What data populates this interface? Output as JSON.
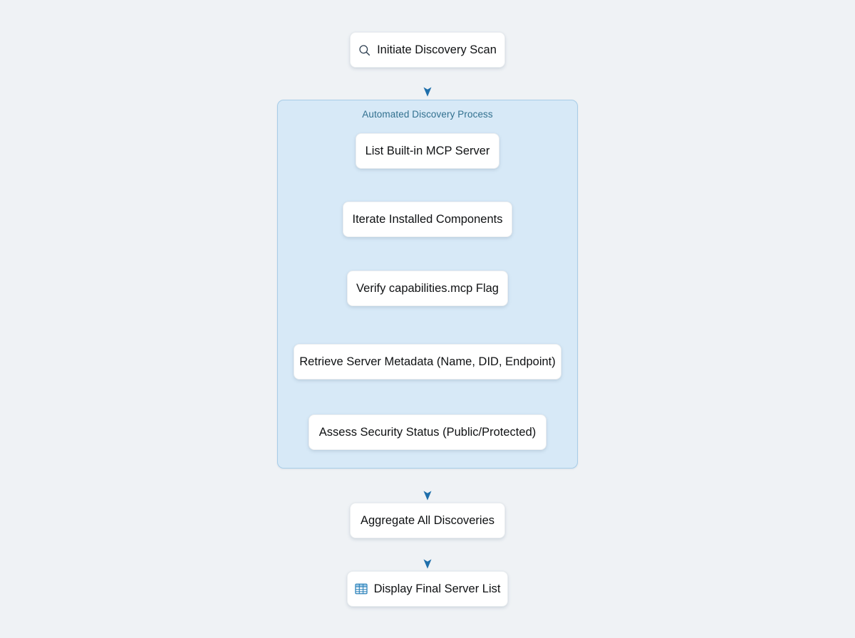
{
  "diagram": {
    "type": "flowchart",
    "direction": "top-to-bottom",
    "background_color": "#eff2f5",
    "edge_color": "#2980b9",
    "node_fill": "#ffffff",
    "subgraph_fill": "#d7e9f7",
    "subgraph_border": "#a8cde8",
    "subgraph_title_color": "#31708f"
  },
  "subgraph": {
    "title": "Automated Discovery Process"
  },
  "nodes": [
    {
      "id": "initiate-discovery-scan",
      "label": "Initiate Discovery Scan",
      "icon": "search-icon",
      "icon_color": "#2c3e50",
      "inside_subgraph": false
    },
    {
      "id": "list-builtin-mcp-server",
      "label": "List Built-in MCP Server",
      "icon": null,
      "inside_subgraph": true
    },
    {
      "id": "iterate-installed-components",
      "label": "Iterate Installed Components",
      "icon": null,
      "inside_subgraph": true
    },
    {
      "id": "verify-capabilities-mcp-flag",
      "label": "Verify capabilities.mcp Flag",
      "icon": null,
      "inside_subgraph": true
    },
    {
      "id": "retrieve-server-metadata",
      "label": "Retrieve Server Metadata (Name, DID, Endpoint)",
      "icon": null,
      "inside_subgraph": true
    },
    {
      "id": "assess-security-status",
      "label": "Assess Security Status (Public/Protected)",
      "icon": null,
      "inside_subgraph": true
    },
    {
      "id": "aggregate-all-discoveries",
      "label": "Aggregate All Discoveries",
      "icon": null,
      "inside_subgraph": false
    },
    {
      "id": "display-final-server-list",
      "label": "Display Final Server List",
      "icon": "table-icon",
      "icon_color": "#2980b9",
      "inside_subgraph": false
    }
  ],
  "edges": [
    {
      "from": "initiate-discovery-scan",
      "to": "list-builtin-mcp-server"
    },
    {
      "from": "list-builtin-mcp-server",
      "to": "iterate-installed-components"
    },
    {
      "from": "iterate-installed-components",
      "to": "verify-capabilities-mcp-flag"
    },
    {
      "from": "verify-capabilities-mcp-flag",
      "to": "retrieve-server-metadata"
    },
    {
      "from": "retrieve-server-metadata",
      "to": "assess-security-status"
    },
    {
      "from": "assess-security-status",
      "to": "aggregate-all-discoveries"
    },
    {
      "from": "aggregate-all-discoveries",
      "to": "display-final-server-list"
    }
  ]
}
